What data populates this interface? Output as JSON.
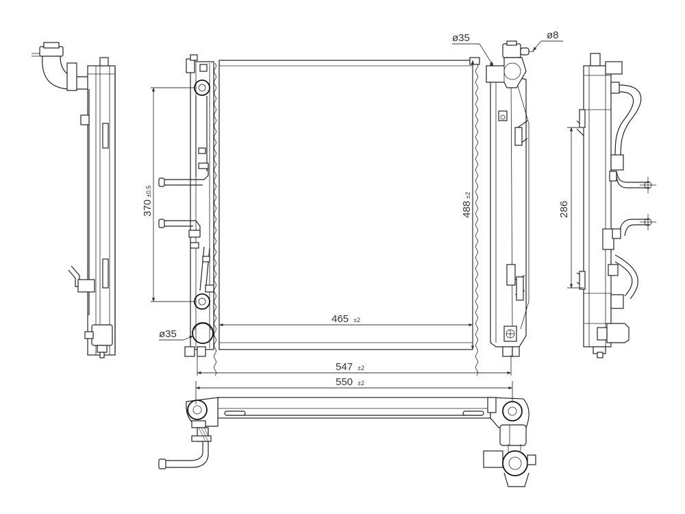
{
  "dimensions": {
    "width_465": {
      "value": "465",
      "tolerance": "±2"
    },
    "width_547": {
      "value": "547",
      "tolerance": "±2"
    },
    "width_550": {
      "value": "550",
      "tolerance": "±2"
    },
    "height_488": {
      "value": "488",
      "tolerance": "±2"
    },
    "height_370": {
      "value": "370",
      "tolerance": "±0.5"
    },
    "height_286": {
      "value": "286"
    },
    "dia_inlet": {
      "value": "ø35"
    },
    "dia_outlet": {
      "value": "ø35"
    },
    "dia_vent": {
      "value": "ø8"
    }
  }
}
